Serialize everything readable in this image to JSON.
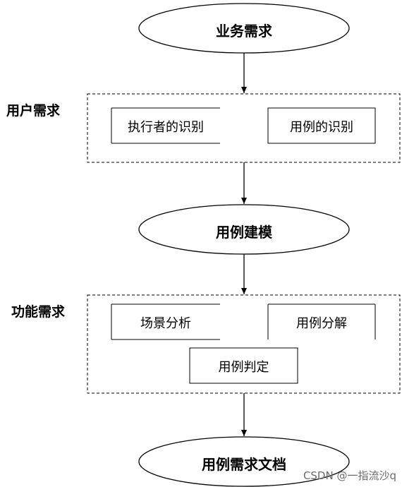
{
  "flow": {
    "business_requirement": "业务需求",
    "user_requirement_label": "用户需求",
    "actor_identification": "执行者的识别",
    "use_case_identification": "用例的识别",
    "use_case_modeling": "用例建模",
    "functional_requirement_label": "功能需求",
    "scenario_analysis": "场景分析",
    "use_case_decomposition": "用例分解",
    "use_case_determination": "用例判定",
    "use_case_requirement_document": "用例需求文档"
  },
  "watermark": "CSDN @一指流沙q"
}
